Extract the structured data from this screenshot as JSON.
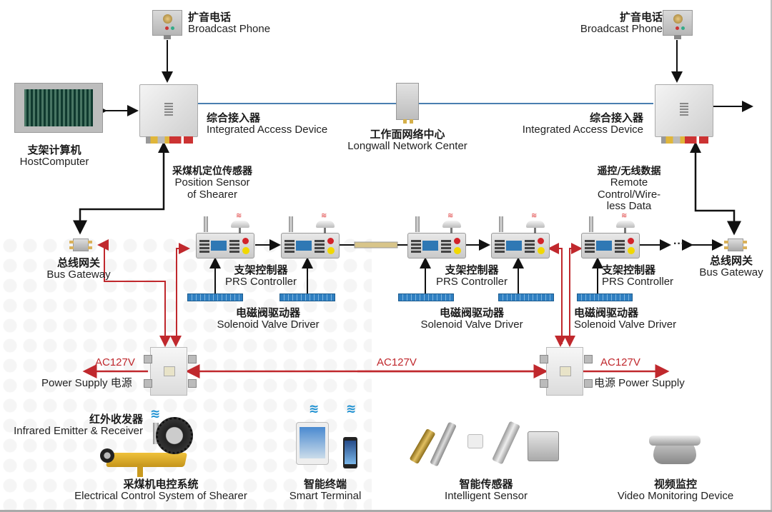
{
  "diagram": {
    "title": "Longwall automation system architecture",
    "nodes": {
      "broadcast_phone_left": {
        "zh": "扩音电话",
        "en": "Broadcast Phone",
        "icon": "broadcast-phone-icon"
      },
      "broadcast_phone_right": {
        "zh": "扩音电话",
        "en": "Broadcast Phone",
        "icon": "broadcast-phone-icon"
      },
      "host_computer": {
        "zh": "支架计算机",
        "en": "HostComputer",
        "icon": "host-computer-icon"
      },
      "iad_left": {
        "zh": "综合接入器",
        "en": "Integrated Access Device",
        "icon": "access-device-icon"
      },
      "iad_right": {
        "zh": "综合接入器",
        "en": "Integrated Access Device",
        "icon": "access-device-icon"
      },
      "network_center": {
        "zh": "工作面网络中心",
        "en": "Longwall  Network Center",
        "icon": "network-center-icon"
      },
      "position_sensor": {
        "zh": "采煤机定位传感器",
        "en1": "Position Sensor",
        "en2": "of Shearer"
      },
      "remote_wireless": {
        "zh": "遥控/无线数据",
        "en1": "Remote",
        "en2": "Control/Wire-",
        "en3": "less Data"
      },
      "bus_gateway_left": {
        "zh": "总线网关",
        "en": "Bus Gateway",
        "icon": "bus-gateway-icon"
      },
      "bus_gateway_right": {
        "zh": "总线网关",
        "en": "Bus Gateway",
        "icon": "bus-gateway-icon"
      },
      "prs_controller_1": {
        "zh": "支架控制器",
        "en": "PRS Controller"
      },
      "prs_controller_2": {
        "zh": "支架控制器",
        "en": "PRS Controller"
      },
      "prs_controller_3": {
        "zh": "支架控制器",
        "en": "PRS Controller"
      },
      "solenoid_1": {
        "zh": "电磁阀驱动器",
        "en": "Solenoid Valve Driver"
      },
      "solenoid_2": {
        "zh": "电磁阀驱动器",
        "en": "Solenoid Valve Driver"
      },
      "solenoid_3": {
        "zh": "电磁阀驱动器",
        "en": "Solenoid Valve Driver"
      },
      "power_supply_left": {
        "label": "Power Supply 电源"
      },
      "power_supply_right": {
        "label": "电源 Power Supply"
      },
      "ac_left": "AC127V",
      "ac_middle": "AC127V",
      "ac_right": "AC127V",
      "ellipsis": "···",
      "infrared": {
        "zh": "红外收发器",
        "en": "Infrared Emitter & Receiver"
      },
      "shearer": {
        "zh": "采煤机电控系统",
        "en": "Electrical Control System of  Shearer"
      },
      "smart_terminal": {
        "zh": "智能终端",
        "en": "Smart Terminal"
      },
      "intelligent_sensor": {
        "zh": "智能传感器",
        "en": "Intelligent Sensor"
      },
      "video_monitoring": {
        "zh": "视频监控",
        "en": "Video Monitoring Device"
      }
    },
    "colors": {
      "data_line": "#111111",
      "network_line": "#4a7fb0",
      "power_line": "#c0282d"
    },
    "wifi_glyph": "≋"
  }
}
